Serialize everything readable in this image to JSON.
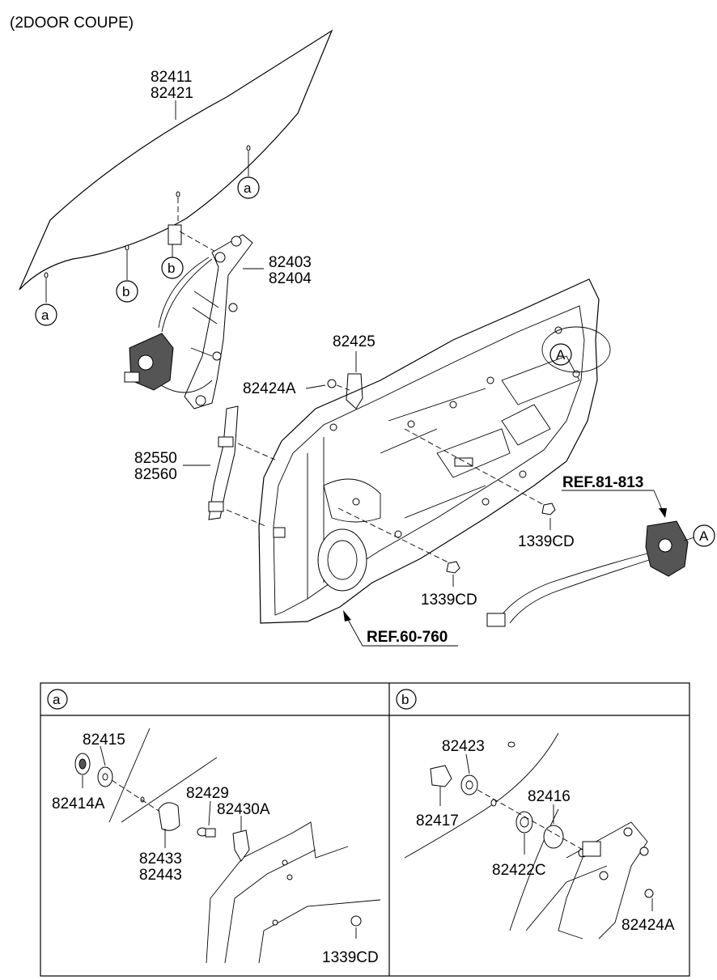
{
  "title": "(2DOOR COUPE)",
  "labels": {
    "glass_1": "82411",
    "glass_2": "82421",
    "regulator_1": "82403",
    "regulator_2": "82404",
    "clip": "82425",
    "bolt": "82424A",
    "channel_1": "82550",
    "channel_2": "82560",
    "nut_upper": "1339CD",
    "nut_lower": "1339CD",
    "ref_latch": "REF.81-813",
    "ref_panel": "REF.60-760"
  },
  "callouts": {
    "a": "a",
    "b": "b",
    "A": "A"
  },
  "detail_a": {
    "header": "a",
    "labels": {
      "p1": "82415",
      "p2": "82414A",
      "p3": "82429",
      "p4": "82430A",
      "p5": "82433",
      "p6": "82443",
      "p7": "1339CD"
    }
  },
  "detail_b": {
    "header": "b",
    "labels": {
      "p1": "82423",
      "p2": "82417",
      "p3": "82416",
      "p4": "82422C",
      "p5": "82424A"
    }
  }
}
